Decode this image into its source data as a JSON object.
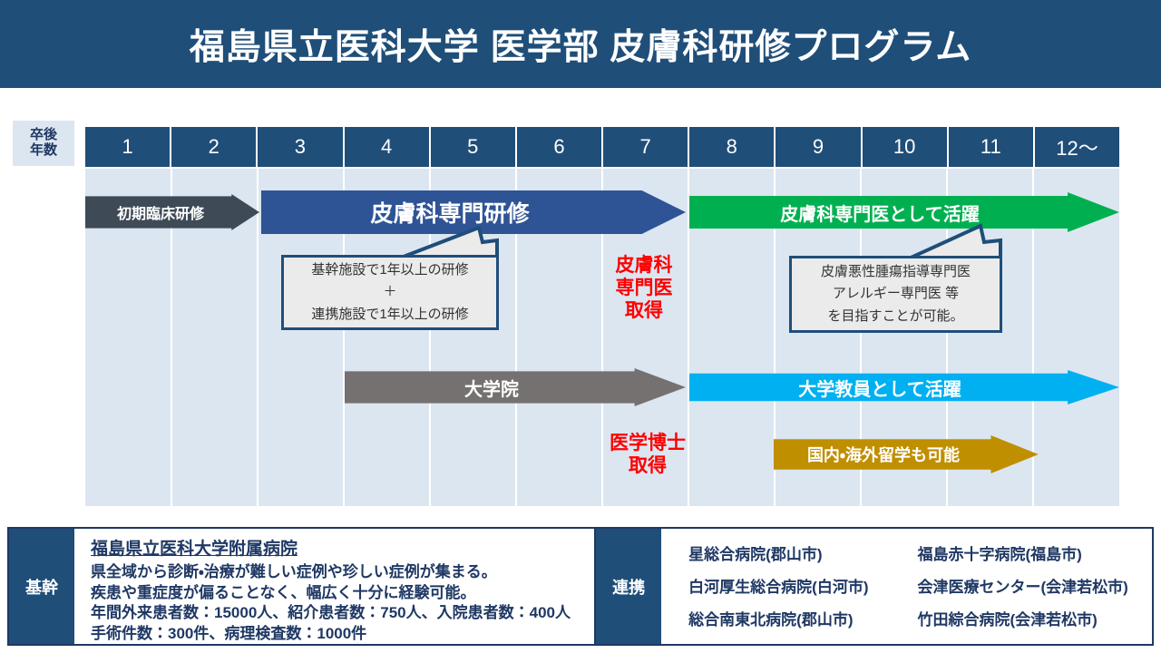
{
  "header": {
    "title": "福島県立医科大学 医学部 皮膚科研修プログラム",
    "banner_color": "#1f4e79"
  },
  "axis": {
    "label_line1": "卒後",
    "label_line2": "年数",
    "years": [
      "1",
      "2",
      "3",
      "4",
      "5",
      "6",
      "7",
      "8",
      "9",
      "10",
      "11",
      "12〜"
    ]
  },
  "tracks": [
    {
      "id": "shoki",
      "label": "初期臨床研修",
      "color": "#3f4a57",
      "start_year": 1,
      "end_year": 3
    },
    {
      "id": "senmon",
      "label": "皮膚科専門研修",
      "color": "#2e5496",
      "start_year": 3,
      "end_year": 8
    },
    {
      "id": "katsuyaku",
      "label": "皮膚科専門医として活躍",
      "color": "#00b050",
      "start_year": 8,
      "end_year": 13
    },
    {
      "id": "daigakuin",
      "label": "大学院",
      "color": "#767171",
      "start_year": 4,
      "end_year": 8
    },
    {
      "id": "kyoin",
      "label": "大学教員として活躍",
      "color": "#00b0f0",
      "start_year": 8,
      "end_year": 13
    },
    {
      "id": "ryugaku",
      "label": "国内・海外留学も可能",
      "color": "#bf8f00",
      "start_year": 9,
      "end_year": 12
    }
  ],
  "milestones": [
    {
      "id": "hifuka-senmon-i",
      "text": "皮膚科\n専門医\n取得",
      "color": "#ff0000"
    },
    {
      "id": "igaku-hakase",
      "text": "医学博士\n取得",
      "color": "#ff0000"
    }
  ],
  "callouts": {
    "left": {
      "lines": [
        "基幹施設で1年以上の研修",
        "＋",
        "連携施設で1年以上の研修"
      ]
    },
    "right": {
      "lines": [
        "皮膚悪性腫瘍指導専門医",
        "アレルギー専門医 等",
        "を目指すことが可能。"
      ]
    }
  },
  "facilities": {
    "base": {
      "tag": "基幹",
      "name": "福島県立医科大学附属病院",
      "lines": [
        "県全域から診断・治療が難しい症例や珍しい症例が集まる。",
        "疾患や重症度が偏ることなく、幅広く十分に経験可能。",
        "年間外来患者数：15000人、紹介患者数：750人、入院患者数：400人",
        "手術件数：300件、病理検査数：1000件"
      ]
    },
    "partners": {
      "tag": "連携",
      "column_1": [
        "星総合病院(郡山市)",
        "白河厚生総合病院(白河市)",
        "総合南東北病院(郡山市)"
      ],
      "column_2": [
        "福島赤十字病院(福島市)",
        "会津医療センター(会津若松市)",
        "竹田綜合病院(会津若松市)"
      ]
    }
  }
}
